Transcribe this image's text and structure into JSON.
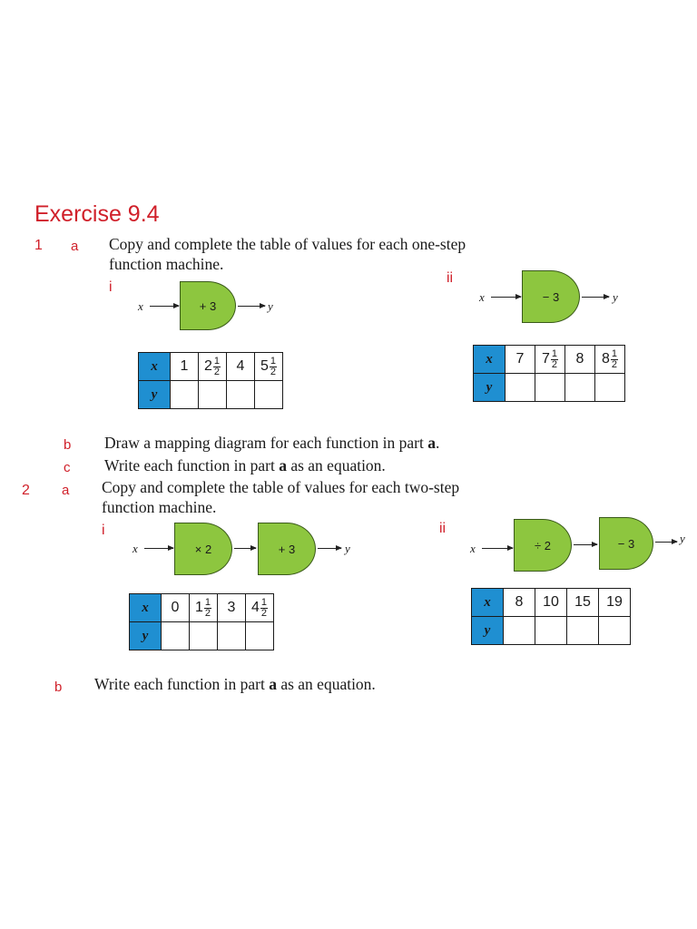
{
  "title": "Exercise 9.4",
  "q1": {
    "number": "1",
    "a": {
      "label": "a",
      "line1": "Copy and complete the table of values for each one-step",
      "line2": "function machine."
    },
    "i": {
      "label": "i",
      "input_var": "x",
      "output_var": "y",
      "machine": "+ 3",
      "table": {
        "row_x": "x",
        "row_y": "y",
        "x_values": [
          {
            "whole": "1"
          },
          {
            "whole": "2",
            "num": "1",
            "den": "2"
          },
          {
            "whole": "4"
          },
          {
            "whole": "5",
            "num": "1",
            "den": "2"
          }
        ]
      }
    },
    "ii": {
      "label": "ii",
      "input_var": "x",
      "output_var": "y",
      "machine": "− 3",
      "table": {
        "row_x": "x",
        "row_y": "y",
        "x_values": [
          {
            "whole": "7"
          },
          {
            "whole": "7",
            "num": "1",
            "den": "2"
          },
          {
            "whole": "8"
          },
          {
            "whole": "8",
            "num": "1",
            "den": "2"
          }
        ]
      }
    },
    "b": {
      "label": "b",
      "text_before": "Draw a mapping diagram for each function in part ",
      "bold": "a",
      "text_after": "."
    },
    "c": {
      "label": "c",
      "text_before": "Write each function in part ",
      "bold": "a",
      "text_after": " as an equation."
    }
  },
  "q2": {
    "number": "2",
    "a": {
      "label": "a",
      "line1": "Copy and complete the table of values for each two-step",
      "line2": "function machine."
    },
    "i": {
      "label": "i",
      "input_var": "x",
      "output_var": "y",
      "machine1": "× 2",
      "machine2": "+ 3",
      "table": {
        "row_x": "x",
        "row_y": "y",
        "x_values": [
          {
            "whole": "0"
          },
          {
            "whole": "1",
            "num": "1",
            "den": "2"
          },
          {
            "whole": "3"
          },
          {
            "whole": "4",
            "num": "1",
            "den": "2"
          }
        ]
      }
    },
    "ii": {
      "label": "ii",
      "input_var": "x",
      "output_var": "y",
      "machine1": "÷ 2",
      "machine2": "− 3",
      "table": {
        "row_x": "x",
        "row_y": "y",
        "x_values": [
          {
            "whole": "8"
          },
          {
            "whole": "10"
          },
          {
            "whole": "15"
          },
          {
            "whole": "19"
          }
        ]
      }
    },
    "b": {
      "label": "b",
      "text_before": "Write each function in part ",
      "bold": "a",
      "text_after": " as an equation."
    }
  },
  "colors": {
    "heading_red": "#d0202a",
    "machine_green": "#8dc63f",
    "header_blue": "#1f8fd1"
  }
}
